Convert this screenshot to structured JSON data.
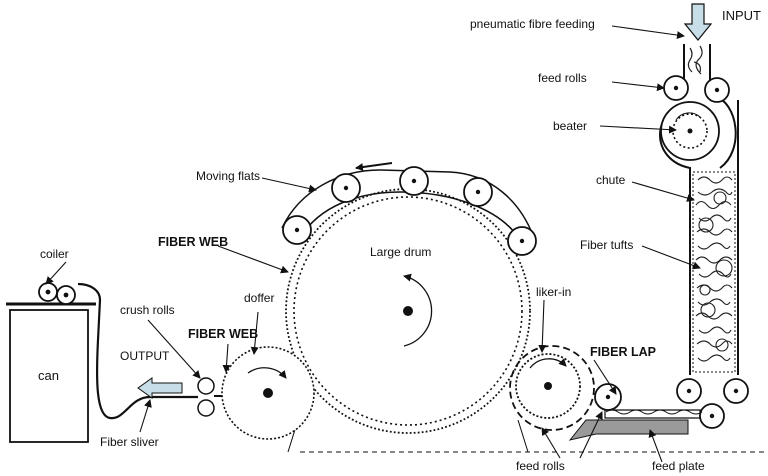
{
  "labels": {
    "input": "INPUT",
    "pneumatic": "pneumatic fibre feeding",
    "feed_rolls_top": "feed rolls",
    "beater": "beater",
    "chute": "chute",
    "fiber_tufts": "Fiber tufts",
    "moving_flats": "Moving flats",
    "fiber_web_top": "FIBER WEB",
    "large_drum": "Large drum",
    "doffer": "doffer",
    "coiler": "coiler",
    "crush_rolls": "crush rolls",
    "fiber_web_mid": "FIBER WEB",
    "output": "OUTPUT",
    "can": "can",
    "fiber_sliver": "Fiber sliver",
    "liker_in": "liker-in",
    "fiber_lap": "FIBER LAP",
    "feed_rolls_bottom": "feed rolls",
    "feed_plate": "feed plate"
  },
  "colors": {
    "line": "#111111",
    "arrow_fill": "#c7dde8",
    "feed_plate_fill": "#9a9a9a"
  }
}
